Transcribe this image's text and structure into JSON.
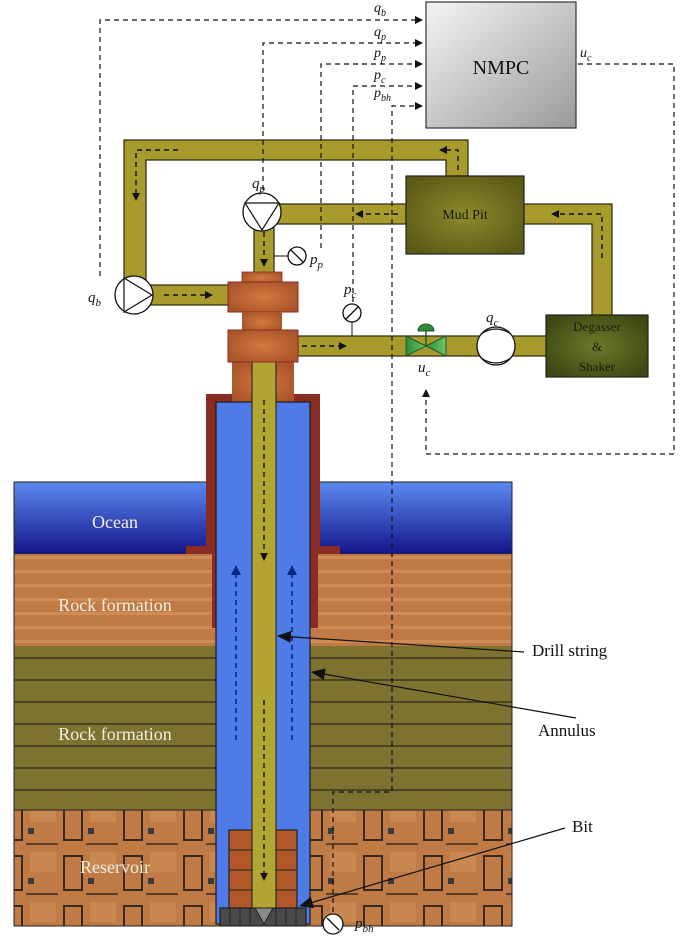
{
  "controller": {
    "label": "NMPC"
  },
  "signals": {
    "inputs": [
      {
        "id": "q_b",
        "base": "q",
        "sub": "b"
      },
      {
        "id": "q_p",
        "base": "q",
        "sub": "p"
      },
      {
        "id": "p_p",
        "base": "p",
        "sub": "p"
      },
      {
        "id": "p_c",
        "base": "p",
        "sub": "c"
      },
      {
        "id": "p_bh",
        "base": "p",
        "sub": "bh"
      }
    ],
    "output": {
      "id": "u_c",
      "base": "u",
      "sub": "c"
    }
  },
  "equipment": {
    "mud_pit": "Mud Pit",
    "degasser": {
      "line1": "Degasser",
      "line2": "&",
      "line3": "Shaker"
    },
    "main_pump": {
      "base": "q",
      "sub": "p"
    },
    "backpressure_pump": {
      "base": "q",
      "sub": "b"
    },
    "pump_pressure": {
      "base": "p",
      "sub": "p"
    },
    "choke_pressure": {
      "base": "p",
      "sub": "c"
    },
    "choke_valve": {
      "base": "u",
      "sub": "c"
    },
    "choke_flow": {
      "base": "q",
      "sub": "c"
    },
    "bottomhole_pressure": {
      "base": "p",
      "sub": "bh"
    }
  },
  "layers": {
    "ocean": "Ocean",
    "rock1": "Rock formation",
    "rock2": "Rock formation",
    "reservoir": "Reservoir"
  },
  "callouts": {
    "drill_string": "Drill string",
    "annulus": "Annulus",
    "bit": "Bit"
  },
  "colors": {
    "pipe": "#a89a2c",
    "annulus": "#4f7be8",
    "ocean_top": "#5b8af0",
    "ocean_bottom": "#1a1a9a",
    "rock1": "#c07a46",
    "rock2": "#7d7230",
    "reservoir": "#c07a46",
    "casing": "#8a2c22",
    "wellhead": "#b5582c",
    "mud_pit": "#6b6a1c",
    "degasser": "#4e5a1c",
    "valve": "#3fa64a"
  }
}
